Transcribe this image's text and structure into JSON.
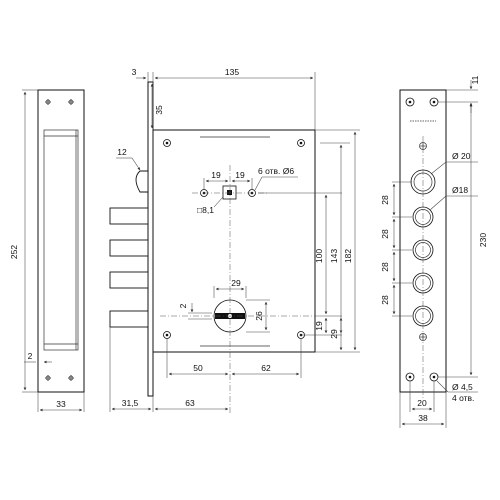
{
  "dimensions": {
    "d3": "3",
    "d135": "135",
    "d35": "35",
    "d12": "12",
    "d19a": "19",
    "d19b": "19",
    "holes6": "6 отв. Ø6",
    "sq81": "□8,1",
    "d29": "29",
    "d2a": "2",
    "d26": "26",
    "d100": "100",
    "d143": "143",
    "d182": "182",
    "d19c": "19",
    "d29b": "29",
    "d50": "50",
    "d62": "62",
    "d31_5": "31,5",
    "d63": "63",
    "d252": "252",
    "d2b": "2",
    "d33": "33",
    "d11": "11",
    "d230": "230",
    "dia20": "Ø 20",
    "dia18": "Ø18",
    "d28a": "28",
    "d28b": "28",
    "d28c": "28",
    "d28d": "28",
    "dia4_5": "Ø 4,5",
    "holes4": "4 отв.",
    "d20": "20",
    "d38": "38"
  },
  "colors": {
    "line": "#111111",
    "dimension": "#444444",
    "background": "#ffffff"
  }
}
